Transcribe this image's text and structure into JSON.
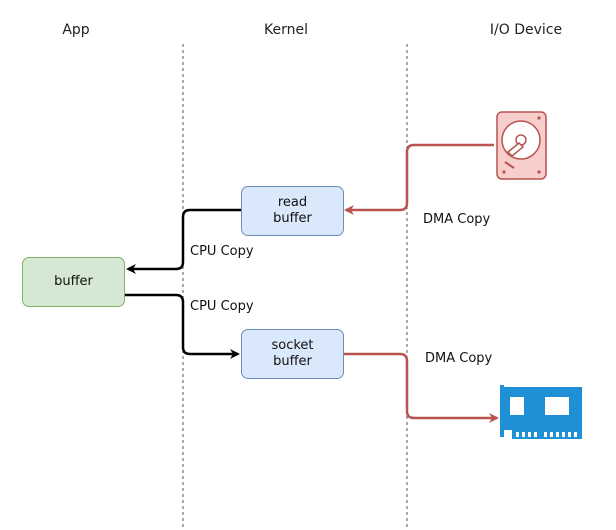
{
  "columns": {
    "app": "App",
    "kernel": "Kernel",
    "io": "I/O Device"
  },
  "boxes": {
    "read_buffer": "read\nbuffer",
    "buffer": "buffer",
    "socket_buffer": "socket\nbuffer"
  },
  "edges": {
    "cpu_copy_read": "CPU Copy",
    "cpu_copy_socket": "CPU Copy",
    "dma_copy_read": "DMA Copy",
    "dma_copy_write": "DMA Copy"
  },
  "colors": {
    "dma": "#b85450",
    "cpu": "#000000",
    "disk_fill": "#f8cecc",
    "disk_stroke": "#b85450",
    "nic": "#1f8fd6",
    "divider": "#555555"
  },
  "icons": {
    "disk": "hard-disk-icon",
    "nic": "network-card-icon"
  }
}
